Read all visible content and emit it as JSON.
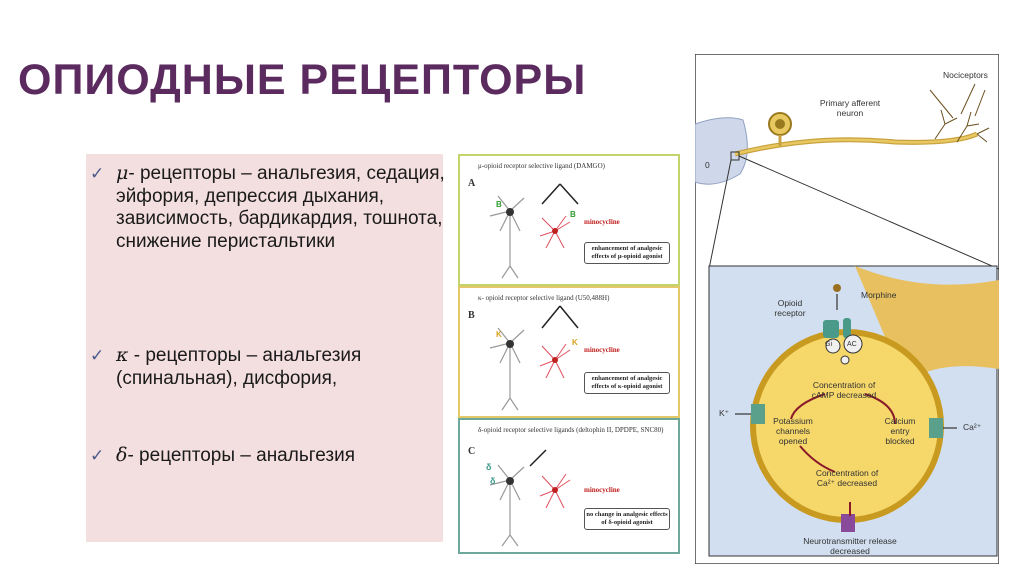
{
  "slide": {
    "title": "ОПИОДНЫЕ РЕЦЕПТОРЫ",
    "bullets": [
      {
        "symbol": "μ",
        "text": "- рецепторы – анальгезия, седация, эйфория, депрессия дыхания, зависимость, бардикардия, тошнота, снижение перистальтики"
      },
      {
        "symbol": "κ",
        "text": " - рецепторы – анальгезия (спинальная), дисфория,"
      },
      {
        "symbol": "δ",
        "text": "- рецепторы – анальгезия"
      }
    ]
  },
  "panels": [
    {
      "letter": "A",
      "title": "μ-opioid receptor  selective ligand (DAMGO)",
      "receptor": "B",
      "minocycline": "minocycline",
      "effect": "enhancement of analgesic effects of μ-opioid agonist",
      "color": "#2e9a2e"
    },
    {
      "letter": "B",
      "title": "κ- opioid receptor selective ligand (U50,488H)",
      "receptor": "K",
      "minocycline": "minocycline",
      "effect": "enhancement of analgesic effects of κ-opioid agonist",
      "color": "#d9a020"
    },
    {
      "letter": "C",
      "title": "δ-opioid receptor selective ligands (deltophin II, DPDPE, SNC80)",
      "receptor": "δ",
      "minocycline": "minocycline",
      "effect": "no change in analgesic effects of δ-opioid agonist",
      "color": "#3a9a8a"
    }
  ],
  "diagram": {
    "nociceptors": "Nociceptors",
    "primary_neuron": "Primary afferent neuron",
    "zero_label": "0",
    "opioid_receptor": "Opioid receptor",
    "morphine": "Morphine",
    "gi": "Gi",
    "ac": "AC",
    "camp": "Concentration of cAMP decreased",
    "k_ion": "K⁺",
    "ca_ion": "Ca²⁺",
    "potassium": "Potassium channels opened",
    "calcium": "Calcium entry blocked",
    "ca_conc": "Concentration of Ca²⁺ decreased",
    "neurotransmitter": "Neurotransmitter release decreased"
  }
}
